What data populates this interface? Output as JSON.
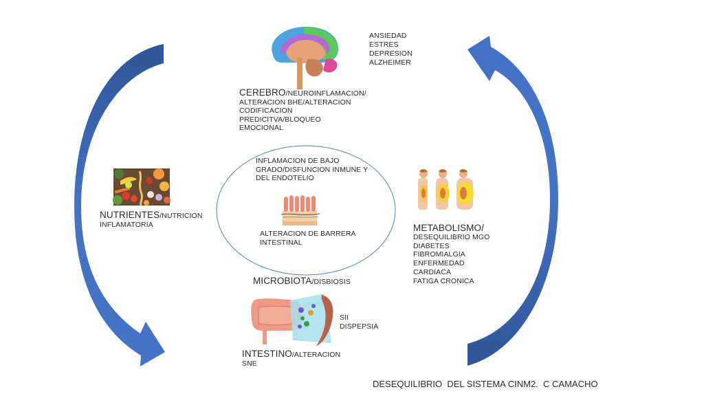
{
  "colors": {
    "arrow": "#4472c4",
    "arrow_dark": "#2f5597",
    "ellipse_stroke": "#5b7fb5",
    "text": "#2b2b2b"
  },
  "cerebro": {
    "icon": "brain-icon",
    "title": "CEREBRO",
    "lines_first_suffix": "/NEUROINFLAMACION/",
    "lines": [
      "ALTERACION  BHE/ALTERACION",
      "CODIFICACION",
      "PREDICITVA/BLOQUEO",
      "EMOCIONAL"
    ],
    "conditions": [
      "ANSIEDAD",
      "ESTRES",
      "DEPRESION",
      "ALZHEIMER"
    ]
  },
  "center": {
    "inflammation_lines": [
      "INFLAMACION  DE BAJO",
      "GRADO/DISFUNCION  INMUNE Y",
      "DEL ENDOTELIO"
    ],
    "barrier_icon": "intestinal-villi-icon",
    "barrier_lines": [
      "ALTERACION  DE BARRERA",
      "INTESTINAL"
    ]
  },
  "microbiota": {
    "title": "MICROBIOTA",
    "suffix": "/DISBIOSIS"
  },
  "nutrientes": {
    "icon": "food-icon",
    "title": "NUTRIENTES",
    "suffix": "/NUTRICION",
    "line2": "INFLAMATORIA"
  },
  "metabolismo": {
    "icon": "obesity-figures-icon",
    "title": "METABOLISMO/",
    "lines": [
      "DESEQUILIBRIO  MGO",
      "DIABETES",
      "FIBROMIALGIA",
      "ENFERMEDAD",
      "CARDIACA",
      "FATIGA  CRONICA"
    ]
  },
  "intestino": {
    "icon": "intestine-icon",
    "title": "INTESTINO",
    "suffix": "/ALTERACION",
    "line2": "SNE",
    "conditions": [
      "SII",
      "DISPEPSIA"
    ]
  },
  "footer": {
    "caption": "DESEQUILIBRIO  DEL SISTEMA CINM2.  C CAMACHO"
  }
}
